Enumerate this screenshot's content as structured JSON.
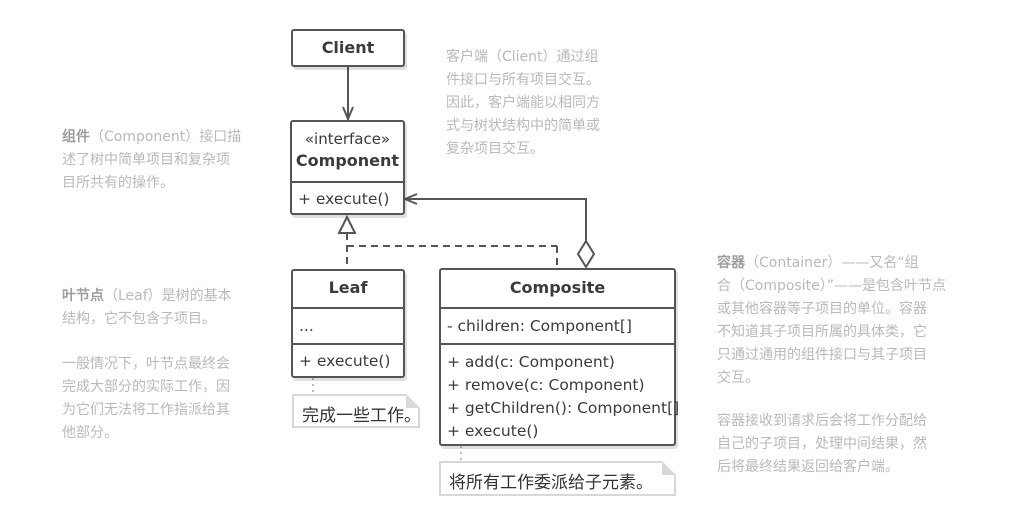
{
  "client": {
    "title": "Client"
  },
  "component": {
    "stereotype": "«interface»",
    "title": "Component",
    "method": "+ execute()"
  },
  "leaf": {
    "title": "Leaf",
    "fields": "...",
    "method": "+ execute()"
  },
  "composite": {
    "title": "Composite",
    "field": "- children: Component[]",
    "methods": [
      "+ add(c: Component)",
      "+ remove(c: Component)",
      "+ getChildren(): Component[]",
      "+ execute()"
    ]
  },
  "notes": {
    "leaf_note": "完成一些工作。",
    "composite_note": "将所有工作委派给子元素。"
  },
  "paragraphs": {
    "client_desc": [
      "客户端（Client）通过组",
      "件接口与所有项目交互。",
      "因此，客户端能以相同方",
      "式与树状结构中的简单或",
      "复杂项目交互。"
    ],
    "component_desc": {
      "term": "组件",
      "lines": [
        "（Component）接口描",
        "述了树中简单项目和复杂项",
        "目所共有的操作。"
      ]
    },
    "leaf_desc": {
      "term": "叶节点",
      "lines": [
        "（Leaf）是树的基本",
        "结构，它不包含子项目。"
      ]
    },
    "leaf_desc2": [
      "一般情况下，叶节点最终会",
      "完成大部分的实际工作，因",
      "为它们无法将工作指派给其",
      "他部分。"
    ],
    "container_desc": {
      "term": "容器",
      "lines": [
        "（Container）——又名“组",
        "合（Composite）”——是包含叶节点",
        "或其他容器等子项目的单位。容器",
        "不知道其子项目所属的具体类，它",
        "只通过通用的组件接口与其子项目",
        "交互。"
      ]
    },
    "container_desc2": [
      "容器接收到请求后会将工作分配给",
      "自己的子项目，处理中间结果，然",
      "后将最终结果返回给客户端。"
    ]
  }
}
